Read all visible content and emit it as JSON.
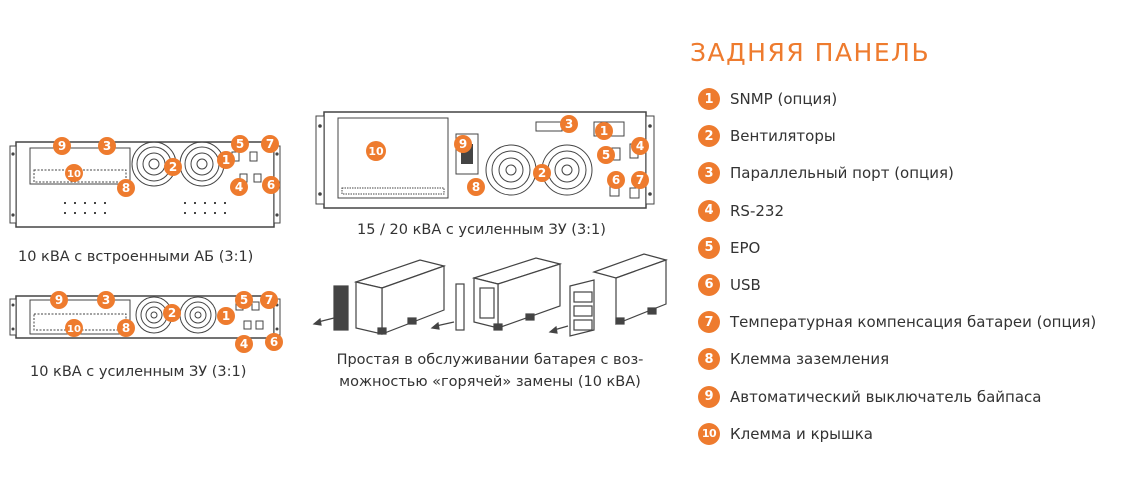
{
  "accent_color": "#ee7b2e",
  "title": "ЗАДНЯЯ ПАНЕЛЬ",
  "legend": [
    {
      "num": "1",
      "label": "SNMP (опция)"
    },
    {
      "num": "2",
      "label": "Вентиляторы"
    },
    {
      "num": "3",
      "label": "Параллельный порт (опция)"
    },
    {
      "num": "4",
      "label": "RS-232"
    },
    {
      "num": "5",
      "label": "EPO"
    },
    {
      "num": "6",
      "label": "USB"
    },
    {
      "num": "7",
      "label": "Температурная компенсация батареи (опция)"
    },
    {
      "num": "8",
      "label": "Клемма заземления"
    },
    {
      "num": "9",
      "label": "Автоматический выключатель байпаса"
    },
    {
      "num": "10",
      "label": "Клемма и крышка"
    }
  ],
  "captions": {
    "unit_10kva_internal": "10 кВА с встроенными АБ (3:1)",
    "unit_10kva_charger": "10 кВА с усиленным ЗУ (3:1)",
    "unit_15_20kva": "15 / 20 кВА с усиленным ЗУ (3:1)",
    "battery_line1": "Простая в обслуживании батарея с воз-",
    "battery_line2": "можностью «горячей» замены (10 кВА)"
  }
}
